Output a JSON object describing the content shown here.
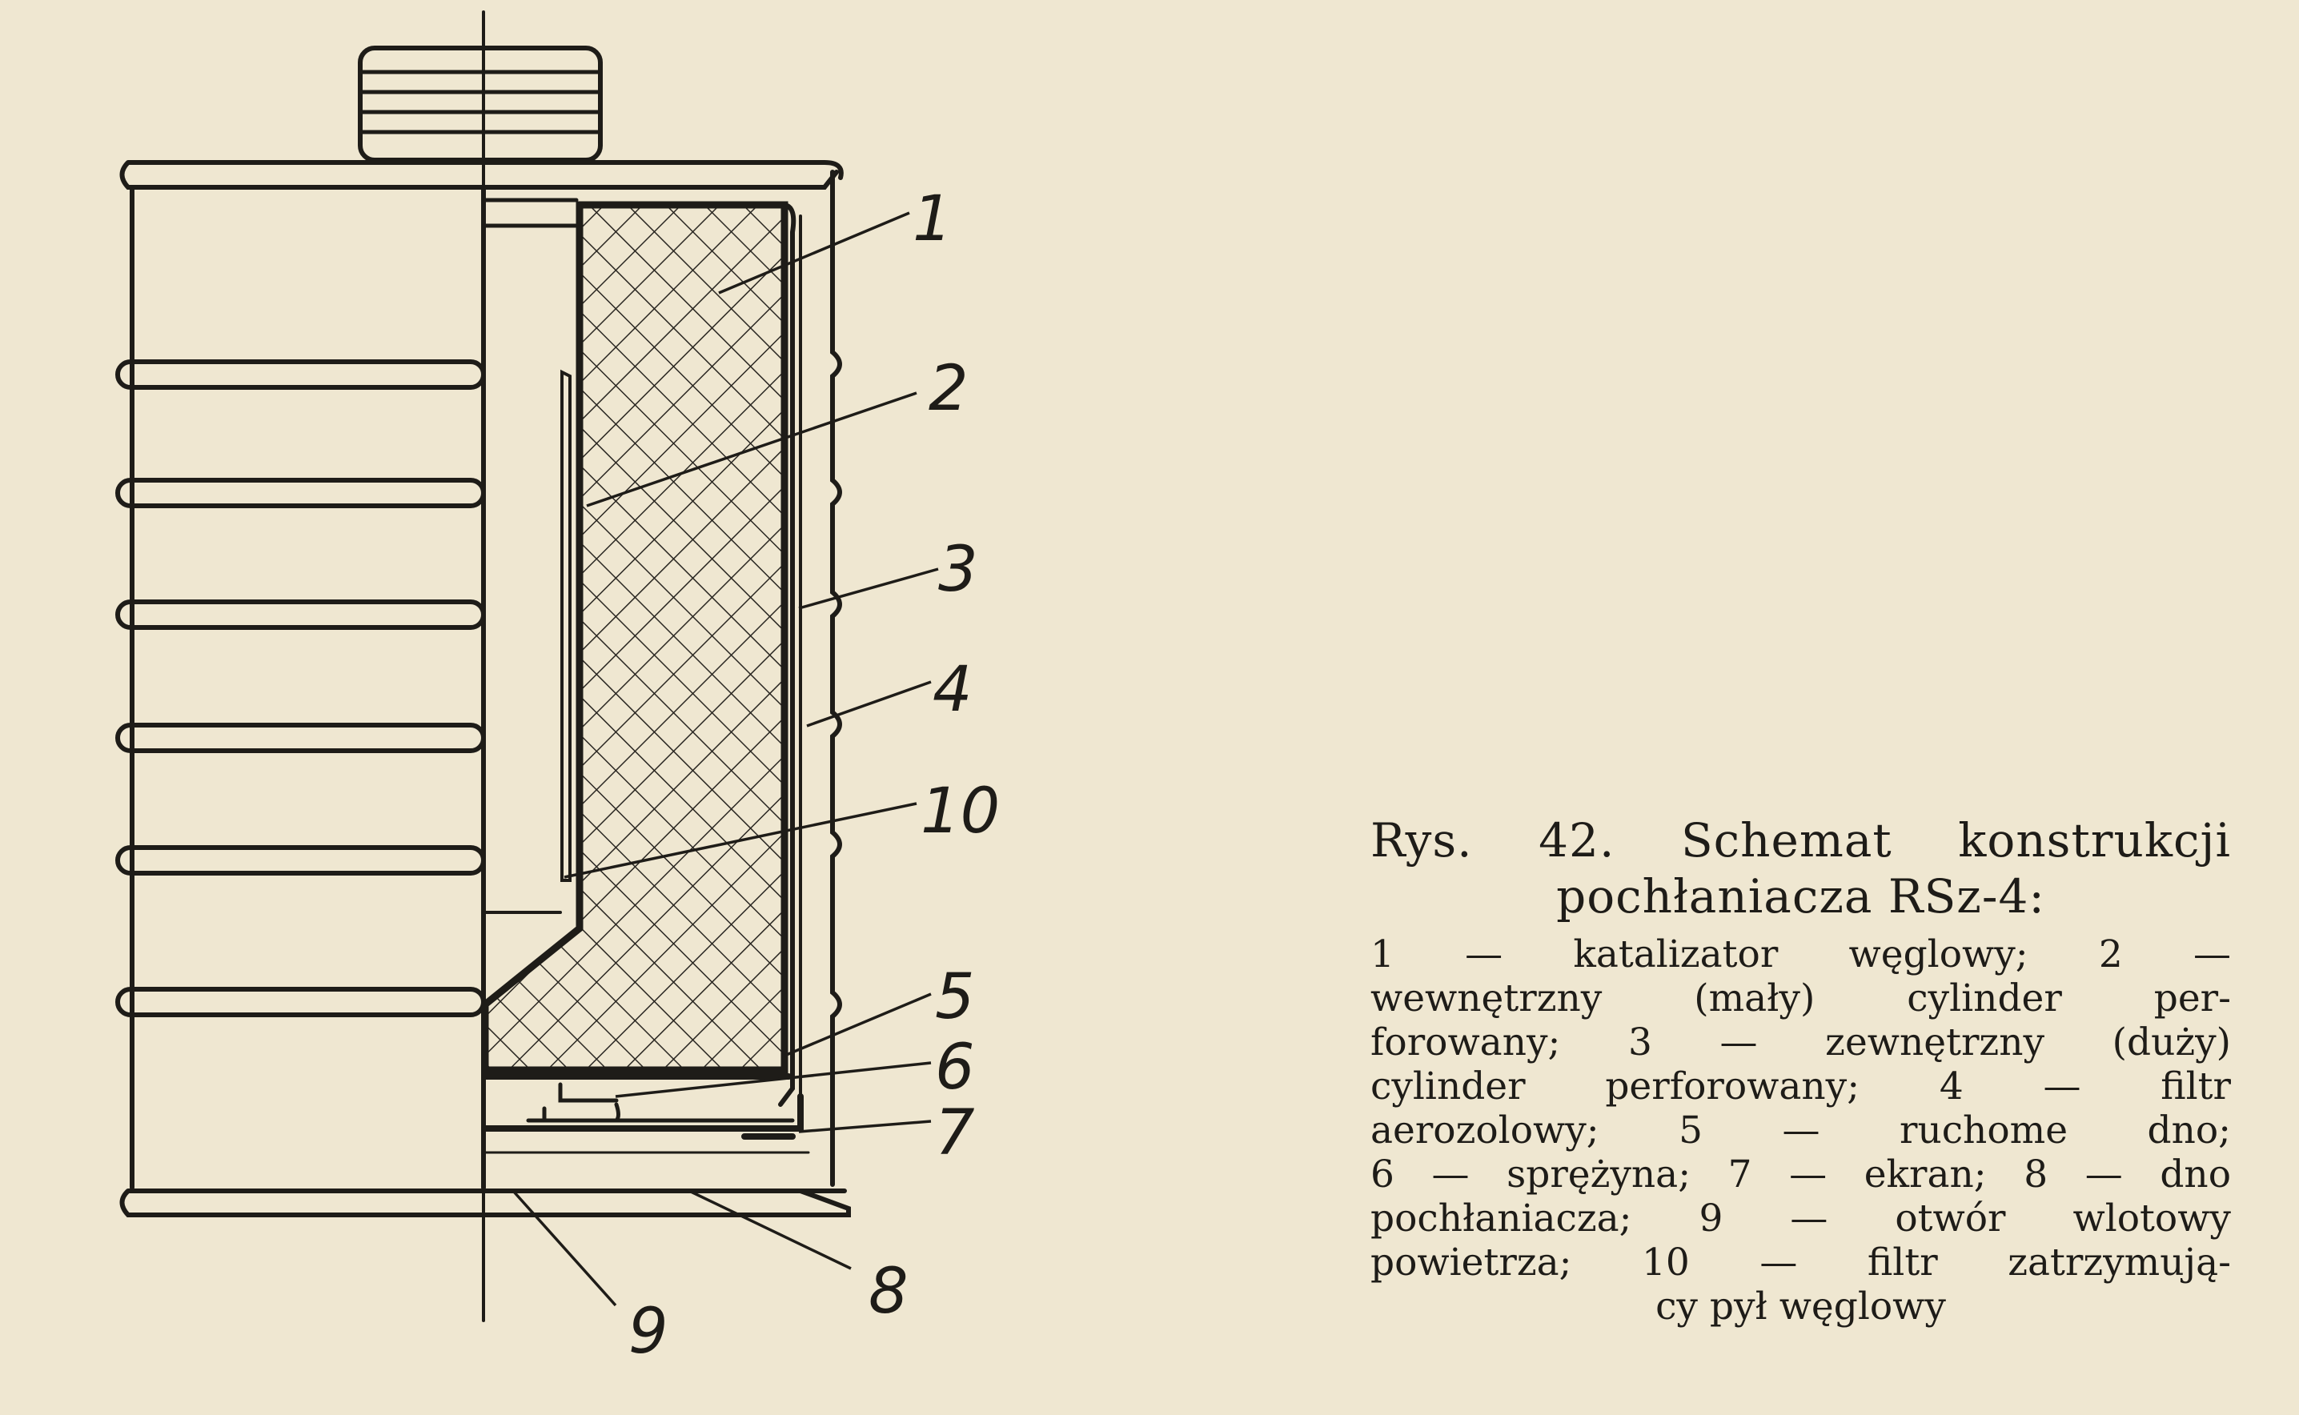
{
  "figure": {
    "labels": [
      "1",
      "2",
      "3",
      "4",
      "10",
      "5",
      "6",
      "7",
      "8",
      "9"
    ]
  },
  "caption": {
    "title_line1": "Rys. 42. Schemat konstrukcji",
    "title_line2": "pochłaniacza RSz-4:",
    "lines": [
      "1 — katalizator węglowy; 2 —",
      "wewnętrzny (mały) cylinder per-",
      "forowany; 3 — zewnętrzny (duży)",
      "cylinder perforowany; 4 — filtr",
      "aerozolowy; 5 — ruchome dno;",
      "6 — sprężyna; 7 — ekran; 8 — dno",
      "pochłaniacza; 9 — otwór wlotowy",
      "powietrza; 10 — filtr zatrzymują-",
      "cy pył węglowy"
    ]
  },
  "colors": {
    "paper": "#efe7d1",
    "ink": "#1e1c18"
  }
}
